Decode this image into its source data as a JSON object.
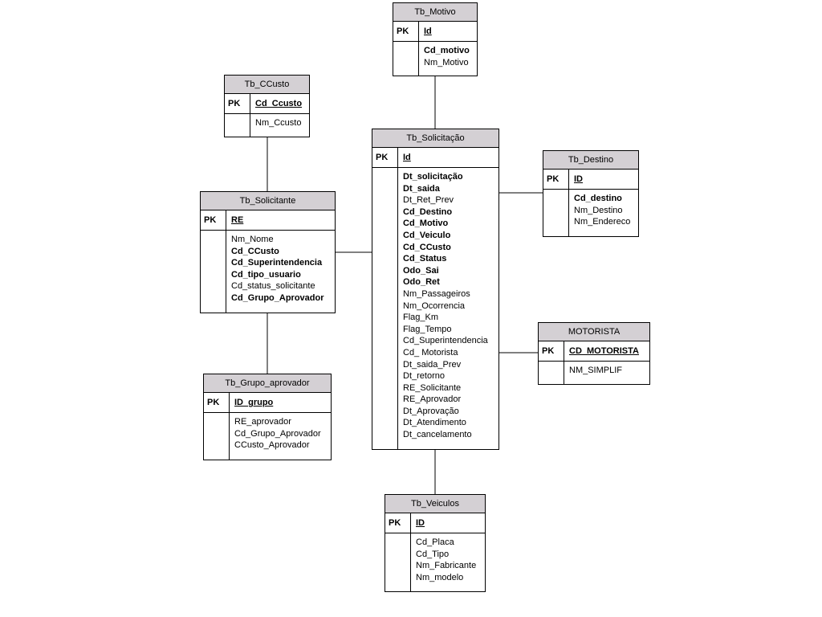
{
  "pk_label": "PK",
  "entities": [
    {
      "key": "motivo",
      "title": "Tb_Motivo",
      "pk": "Id",
      "attrs": [
        {
          "name": "Cd_motivo",
          "bold": true
        },
        {
          "name": "Nm_Motivo",
          "bold": false
        }
      ]
    },
    {
      "key": "ccusto",
      "title": "Tb_CCusto",
      "pk": "Cd_Ccusto",
      "attrs": [
        {
          "name": "Nm_Ccusto",
          "bold": false
        }
      ]
    },
    {
      "key": "solicitacao",
      "title": "Tb_Solicitação",
      "pk": "Id",
      "attrs": [
        {
          "name": "Dt_solicitação",
          "bold": true
        },
        {
          "name": "Dt_saida",
          "bold": true
        },
        {
          "name": "Dt_Ret_Prev",
          "bold": false
        },
        {
          "name": "Cd_Destino",
          "bold": true
        },
        {
          "name": "Cd_Motivo",
          "bold": true
        },
        {
          "name": "Cd_Veiculo",
          "bold": true
        },
        {
          "name": "Cd_CCusto",
          "bold": true
        },
        {
          "name": "Cd_Status",
          "bold": true
        },
        {
          "name": "Odo_Sai",
          "bold": true
        },
        {
          "name": "Odo_Ret",
          "bold": true
        },
        {
          "name": "Nm_Passageiros",
          "bold": false
        },
        {
          "name": "Nm_Ocorrencia",
          "bold": false
        },
        {
          "name": "Flag_Km",
          "bold": false
        },
        {
          "name": "Flag_Tempo",
          "bold": false
        },
        {
          "name": "Cd_Superintendencia",
          "bold": false
        },
        {
          "name": "Cd_ Motorista",
          "bold": false
        },
        {
          "name": "Dt_saida_Prev",
          "bold": false
        },
        {
          "name": "Dt_retorno",
          "bold": false
        },
        {
          "name": "RE_Solicitante",
          "bold": false
        },
        {
          "name": "RE_Aprovador",
          "bold": false
        },
        {
          "name": "Dt_Aprovação",
          "bold": false
        },
        {
          "name": "Dt_Atendimento",
          "bold": false
        },
        {
          "name": "Dt_cancelamento",
          "bold": false
        }
      ]
    },
    {
      "key": "destino",
      "title": "Tb_Destino",
      "pk": "ID",
      "attrs": [
        {
          "name": "Cd_destino",
          "bold": true
        },
        {
          "name": "Nm_Destino",
          "bold": false
        },
        {
          "name": "Nm_Endereco",
          "bold": false
        }
      ]
    },
    {
      "key": "solicitante",
      "title": "Tb_Solicitante",
      "pk": "RE",
      "attrs": [
        {
          "name": "Nm_Nome",
          "bold": false
        },
        {
          "name": "Cd_CCusto",
          "bold": true
        },
        {
          "name": "Cd_Superintendencia",
          "bold": true
        },
        {
          "name": "Cd_tipo_usuario",
          "bold": true
        },
        {
          "name": "Cd_status_solicitante",
          "bold": false
        },
        {
          "name": "Cd_Grupo_Aprovador",
          "bold": true
        }
      ]
    },
    {
      "key": "motorista",
      "title": "MOTORISTA",
      "pk": "CD_MOTORISTA",
      "attrs": [
        {
          "name": "NM_SIMPLIF",
          "bold": false
        }
      ]
    },
    {
      "key": "grupo",
      "title": "Tb_Grupo_aprovador",
      "pk": "ID_grupo",
      "attrs": [
        {
          "name": "RE_aprovador",
          "bold": false
        },
        {
          "name": "Cd_Grupo_Aprovador",
          "bold": false
        },
        {
          "name": "CCusto_Aprovador",
          "bold": false
        }
      ]
    },
    {
      "key": "veiculos",
      "title": "Tb_Veiculos",
      "pk": "ID",
      "attrs": [
        {
          "name": "Cd_Placa",
          "bold": false
        },
        {
          "name": "Cd_Tipo",
          "bold": false
        },
        {
          "name": "Nm_Fabricante",
          "bold": false
        },
        {
          "name": "Nm_modelo",
          "bold": false
        }
      ]
    }
  ]
}
